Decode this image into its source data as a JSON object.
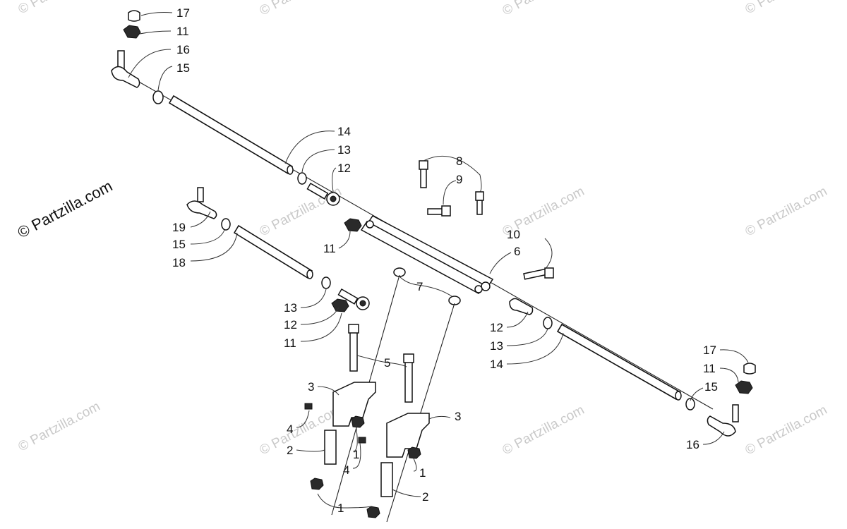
{
  "copyright": "© Partzilla.com",
  "watermark": "© Partzilla.com",
  "callouts": {
    "c17a": "17",
    "c11a": "11",
    "c16a": "16",
    "c15a": "15",
    "c14a": "14",
    "c13a": "13",
    "c12a": "12",
    "c8": "8",
    "c9": "9",
    "c19": "19",
    "c15b": "15",
    "c18": "18",
    "c11b": "11",
    "c10": "10",
    "c6": "6",
    "c7": "7",
    "c13b": "13",
    "c12b": "12",
    "c11c": "11",
    "c12c": "12",
    "c13c": "13",
    "c14b": "14",
    "c17b": "17",
    "c11d": "11",
    "c15c": "15",
    "c16b": "16",
    "c5": "5",
    "c3a": "3",
    "c3b": "3",
    "c4a": "4",
    "c4b": "4",
    "c2a": "2",
    "c2b": "2",
    "c1a": "1",
    "c1b": "1",
    "c1c": "1"
  }
}
